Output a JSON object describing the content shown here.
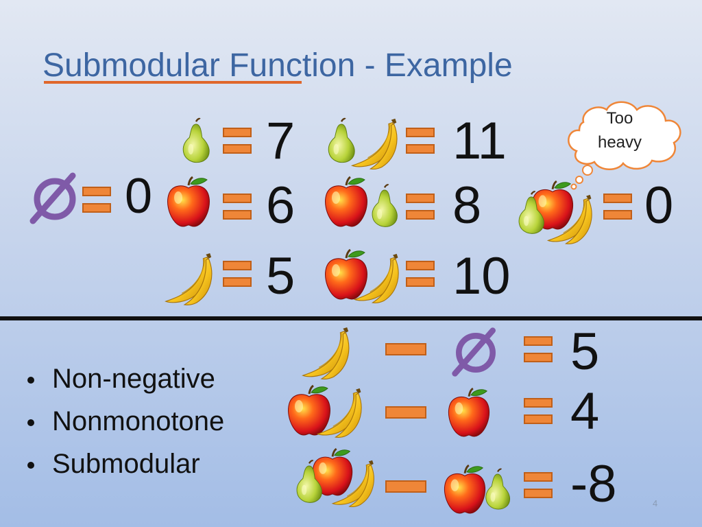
{
  "slide": {
    "title": "Submodular Function - Example",
    "page_number": "4"
  },
  "equations": {
    "empty_value": "0",
    "pear_value": "7",
    "apple_value": "6",
    "banana_value": "5",
    "pear_banana_value": "11",
    "apple_pear_value": "8",
    "apple_banana_value": "10",
    "all_three_value": "0"
  },
  "thought_bubble": {
    "line1": "Too",
    "line2": "heavy"
  },
  "differences": {
    "row1_value": "5",
    "row2_value": "4",
    "row3_value": "-8"
  },
  "bullets": [
    "Non-negative",
    "Nonmonotone",
    "Submodular"
  ],
  "colors": {
    "title": "#3d66a2",
    "accent_orange": "#ef8638",
    "empty_set_purple": "#7f5aa8"
  },
  "icons": [
    "pear-icon",
    "apple-icon",
    "banana-icon",
    "empty-set-icon",
    "equals-icon",
    "minus-icon",
    "thought-cloud-icon"
  ]
}
